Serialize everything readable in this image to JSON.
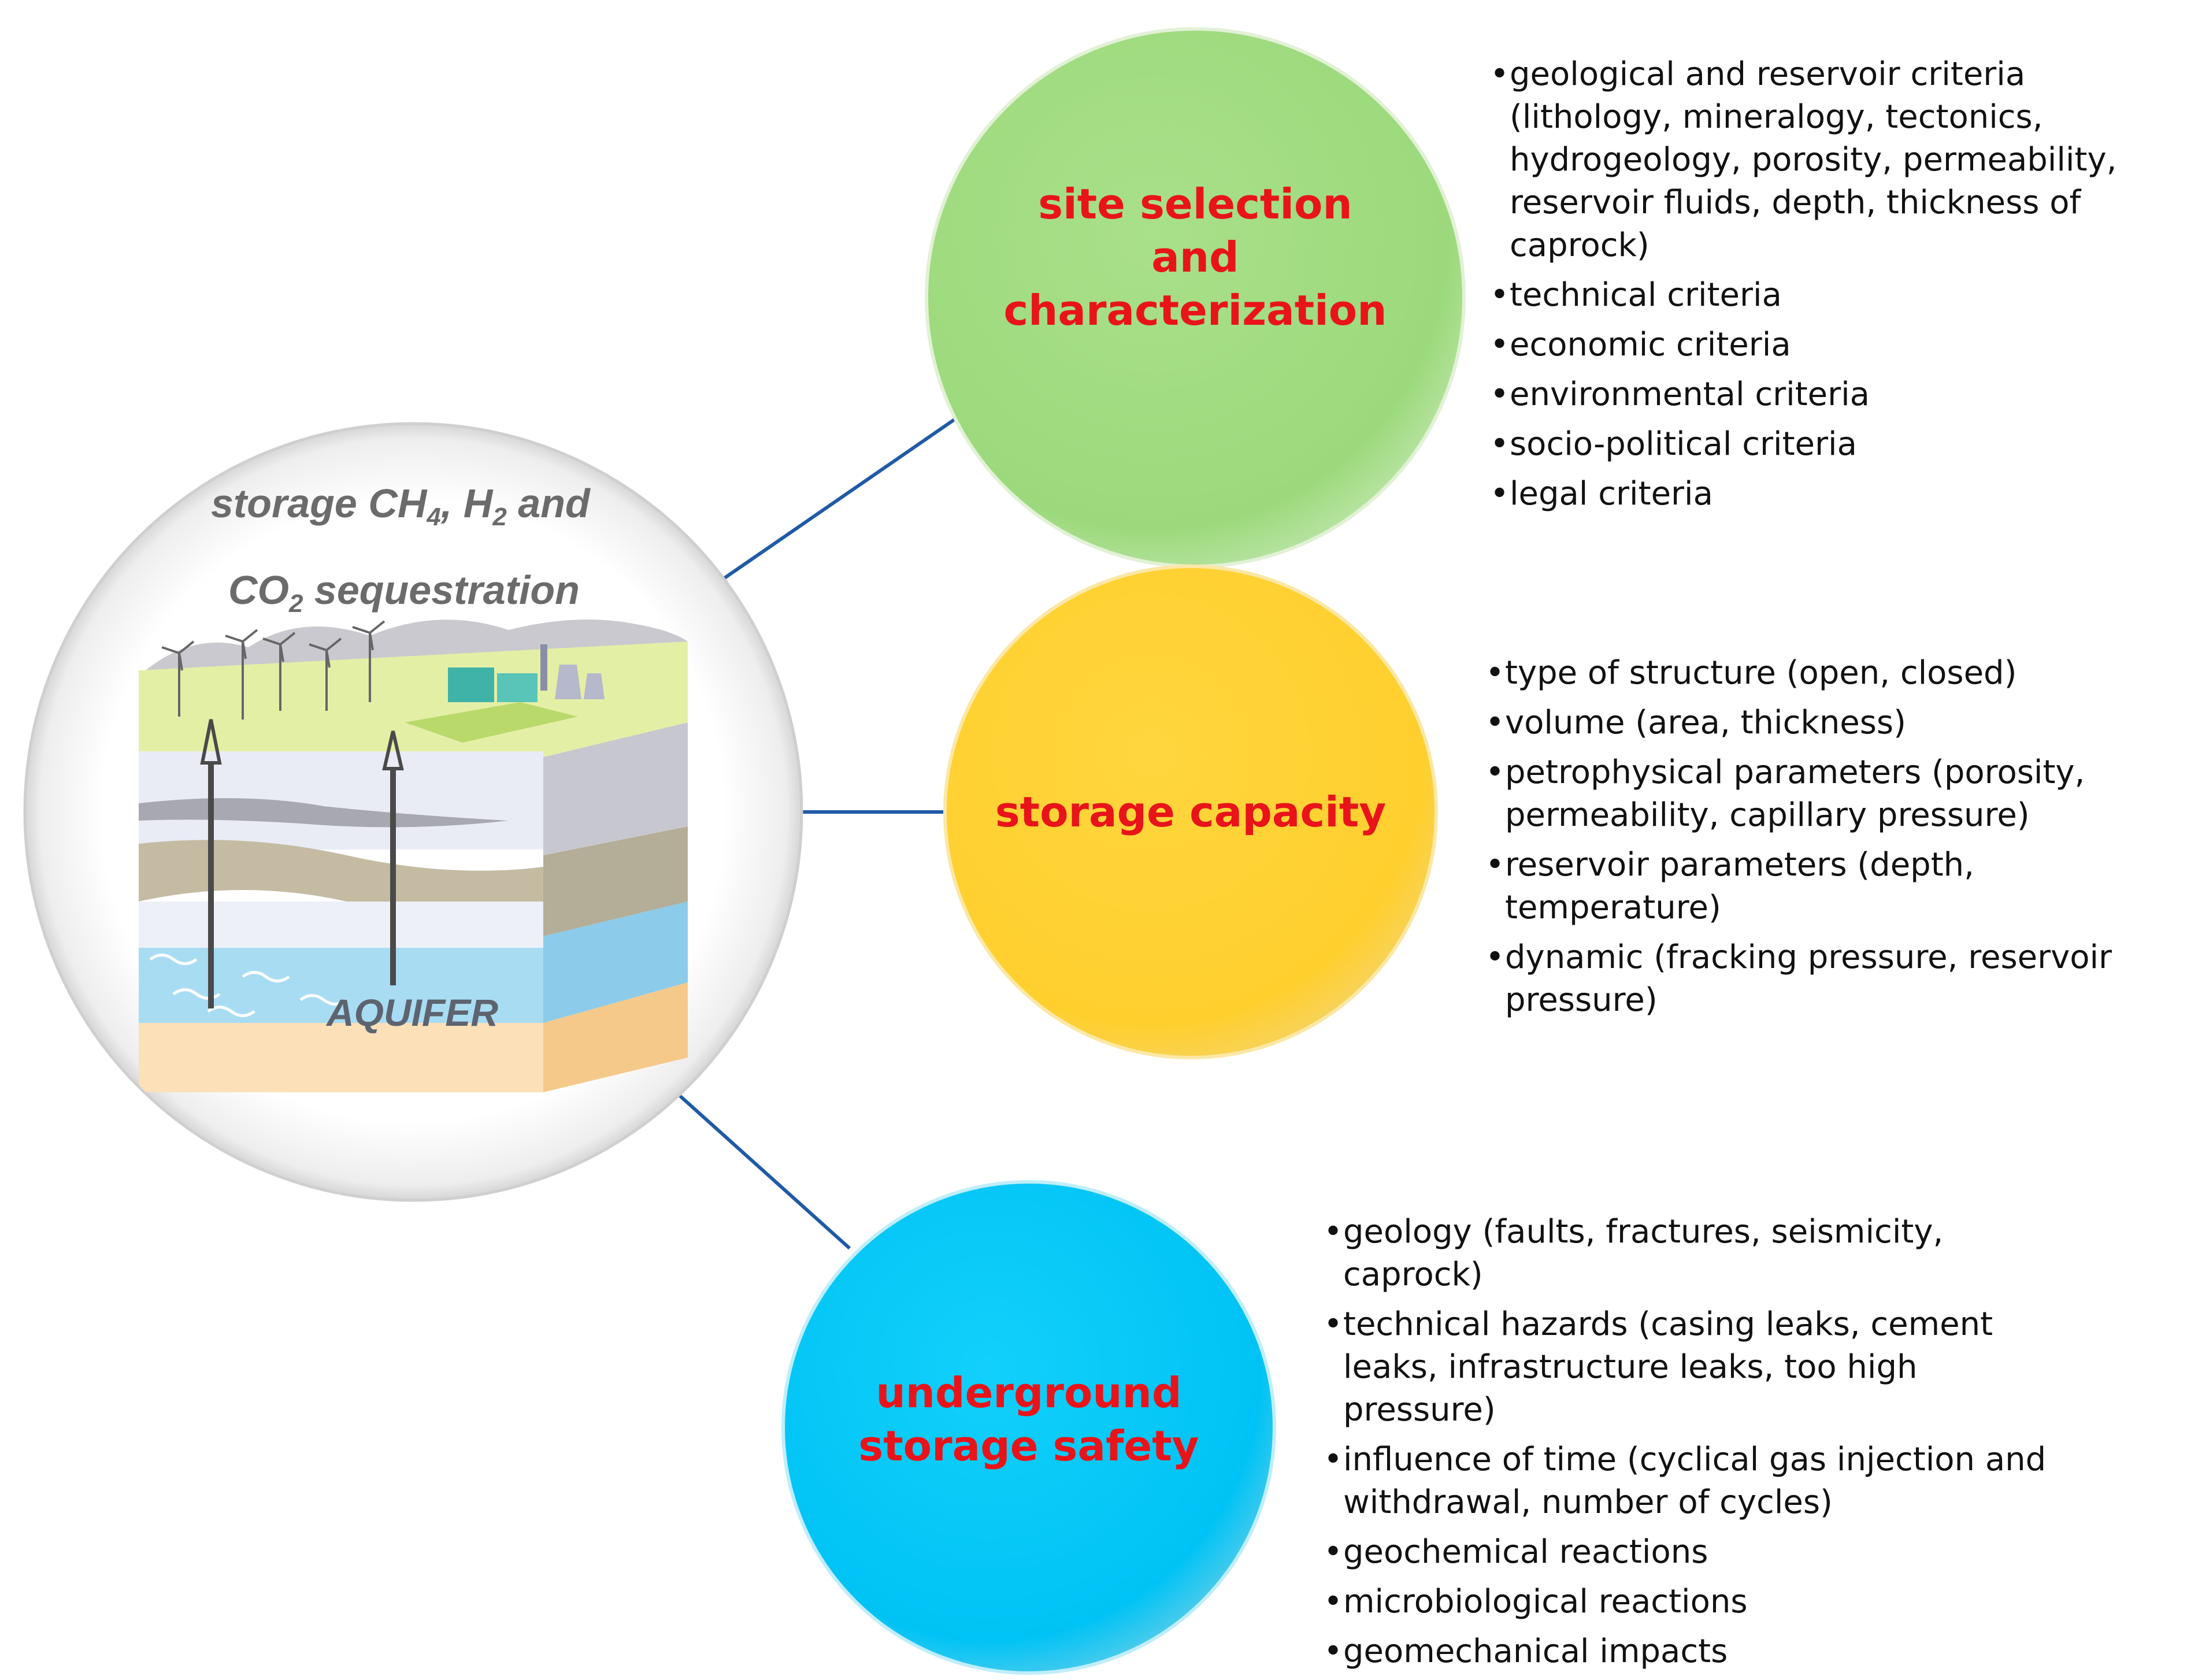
{
  "left_image": {
    "title_line1": "storage CH",
    "title_sub1": "4",
    "title_mid": ", H",
    "title_sub2": "2",
    "title_end": " and",
    "title_line2_start": "CO",
    "title_line2_sub": "2",
    "title_line2_end": " sequestration",
    "aquifer_label": "AQUIFER"
  },
  "nodes": [
    {
      "lines": [
        "site selection",
        "and",
        "characterization"
      ],
      "color": "#9fdb7e"
    },
    {
      "lines": [
        "storage capacity"
      ],
      "color": "#ffd23c"
    },
    {
      "lines": [
        "underground",
        "storage safety"
      ],
      "color": "#00c8f8"
    }
  ],
  "lists": {
    "site_selection": [
      "geological and reservoir criteria (lithology, mineralogy, tectonics, hydrogeology, porosity, permeability, reservoir fluids, depth, thickness of caprock)",
      "technical criteria",
      "economic criteria",
      "environmental criteria",
      "socio-political criteria",
      "legal criteria"
    ],
    "storage_capacity": [
      "type of structure (open, closed)",
      "volume (area, thickness)",
      "petrophysical parameters (porosity, permeability, capillary pressure)",
      "reservoir parameters (depth, temperature)",
      "dynamic (fracking pressure, reservoir pressure)"
    ],
    "storage_safety": [
      "geology (faults, fractures, seismicity, caprock)",
      "technical hazards (casing leaks, cement leaks, infrastructure leaks, too high pressure)",
      "influence of time (cyclical gas injection and withdrawal, number of cycles)",
      "geochemical reactions",
      "microbiological reactions",
      "geomechanical impacts"
    ]
  },
  "colors": {
    "label_red": "#e8141a",
    "connector": "#1f5aa6"
  }
}
